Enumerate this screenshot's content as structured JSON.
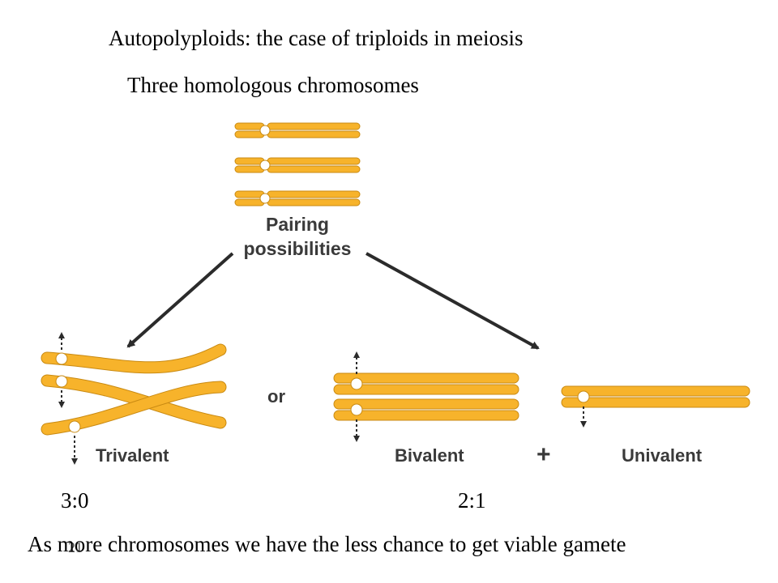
{
  "title": "Autopolyploids: the case of triploids in meiosis",
  "subtitle": "Three homologous chromosomes",
  "diagram": {
    "pairing_line1": "Pairing",
    "pairing_line2": "possibilities",
    "or": "or",
    "trivalent": "Trivalent",
    "bivalent": "Bivalent",
    "plus": "+",
    "univalent": "Univalent",
    "colors": {
      "chromosome_fill": "#f7b32b",
      "chromosome_stroke": "#c98a12",
      "centromere": "#ffffff",
      "arrow": "#2b2b2b"
    }
  },
  "ratios": {
    "left": "3:0",
    "right": "2:1"
  },
  "slide_number": "21",
  "bottom_note": "As more chromosomes we have the less chance to get viable gamete"
}
